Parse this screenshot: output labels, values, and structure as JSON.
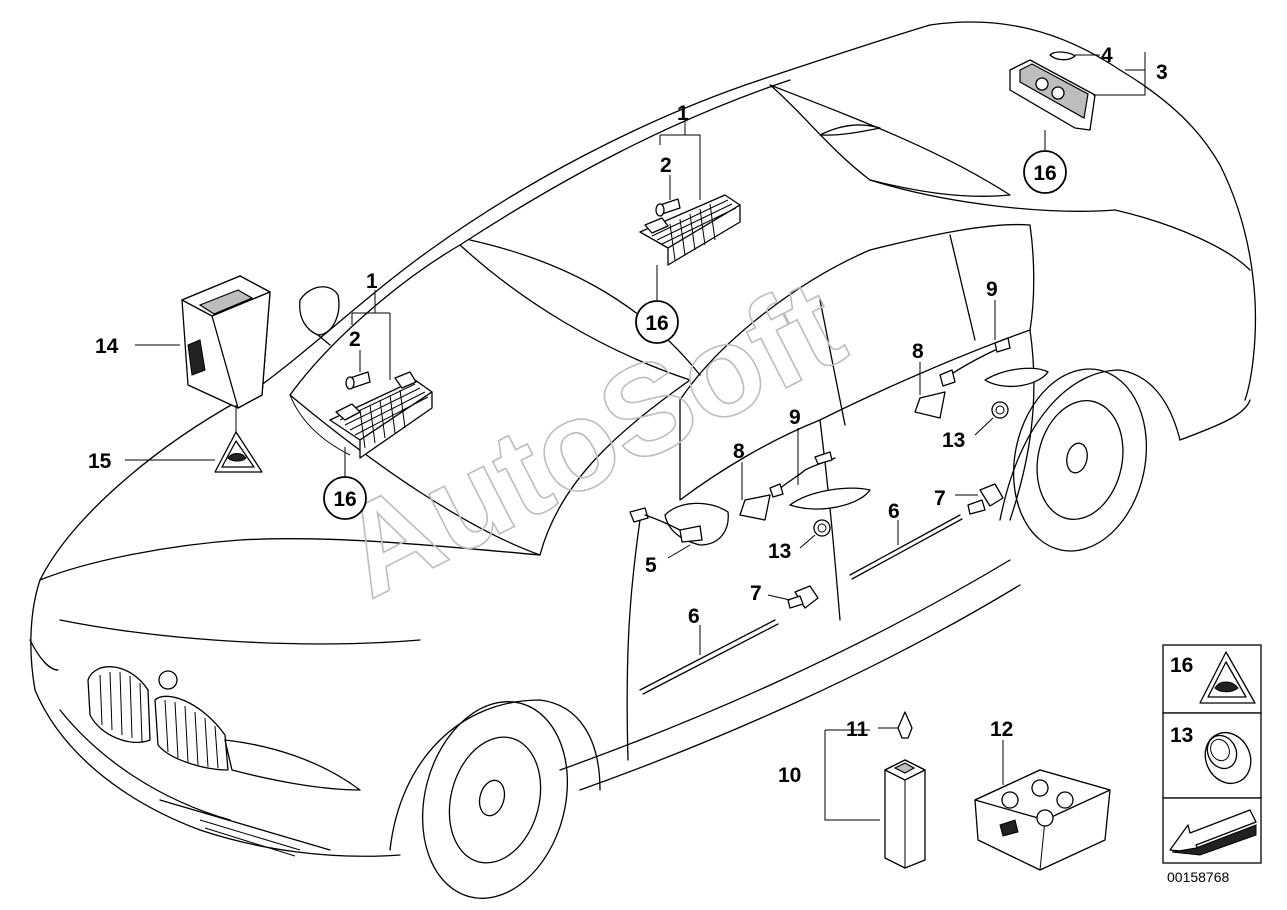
{
  "watermark": "AutoSoft",
  "document_number": "00158768",
  "labels": {
    "l1a": "1",
    "l1b": "1",
    "l2a": "2",
    "l2b": "2",
    "l3": "3",
    "l4": "4",
    "l5": "5",
    "l6a": "6",
    "l6b": "6",
    "l7a": "7",
    "l7b": "7",
    "l8a": "8",
    "l8b": "8",
    "l9a": "9",
    "l9b": "9",
    "l10": "10",
    "l11": "11",
    "l12": "12",
    "l13a": "13",
    "l13b": "13",
    "l14": "14",
    "l15": "15",
    "l16a": "16",
    "l16b": "16",
    "l16c": "16"
  },
  "legend": {
    "item16": "16",
    "item13": "13"
  }
}
